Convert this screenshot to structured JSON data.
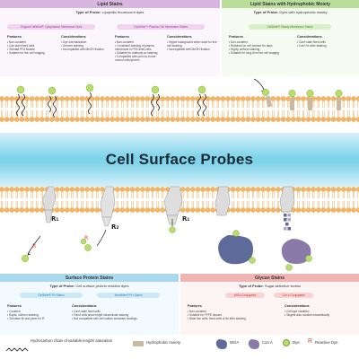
{
  "banner": {
    "title": "Cell Surface Probes"
  },
  "lipid_stains": {
    "title": "Lipid Stains",
    "type_label": "Type of Probe:",
    "type_value": "Lipophilic fluorescent dyes",
    "pill_1": "Original CellBrite® Cytoplasmic Membrane Dyes",
    "pill_2": "CytoVive™ Plasma Cell Membrane Stains",
    "left": {
      "features_title": "Features",
      "features": [
        "Non-covalent",
        "Can stain fixed cells",
        "Tolerate PFA fixation",
        "Suitable for live cell imaging"
      ],
      "considerations_title": "Considerations",
      "considerations": [
        "Dye internalization",
        "Uneven staining",
        "Incompatible with MeOH fixation"
      ]
    },
    "right": {
      "features_title": "Features",
      "features": [
        "Non-covalent",
        "Consistent staining of plasma membrane in PFA-fixed cells",
        "Suitable for antibody co-staining",
        "Compatible with proxi-to-borne control cells/protein"
      ],
      "considerations_title": "Considerations",
      "considerations": [
        "Higher background when used for live cell staining",
        "Incompatible with MeOH fixation"
      ]
    }
  },
  "hydrophobic_stains": {
    "title": "Lipid Stains with Hydrophobic Moiety",
    "type_label": "Type of Probe:",
    "type_value": "Dyes with hydrophobic moiety",
    "pill_1": "CellBrite® Steady Membrane Stains",
    "features_title": "Features",
    "features": [
      "Non-covalent",
      "Retained on cell surface for days",
      "Highly uniform staining",
      "Suitable for long-term live cell imaging"
    ],
    "considerations_title": "Considerations",
    "considerations": [
      "Can't stain fixed cells",
      "Can't fix after staining"
    ]
  },
  "surface_protein": {
    "title": "Surface Protein Stains",
    "type_label": "Type of Probe:",
    "type_value": "Cell surface protein reactive dyes",
    "pill_1": "CellBrite® Fix Stains",
    "pill_2": "MemBrite® Fix Stains",
    "features_title": "Features",
    "features": [
      "Covalent",
      "Rapid, uniform staining",
      "Tolerates fix and perm for IF"
    ],
    "considerations_title": "Considerations",
    "considerations": [
      "Can't stain fixed cells",
      "Fixed cells show bright intracellular staining",
      "Not compatible with cell culture substrate coatings"
    ]
  },
  "glycan": {
    "title": "Glycan Stains",
    "type_label": "Type of Probe:",
    "type_value": "Sugar-selective lectins",
    "pill_1": "WGA Conjugates",
    "pill_2": "Con A Conjugates",
    "features_title": "Features",
    "features": [
      "Non-covalent",
      "Suitable for FFPE tissues",
      "Stain live cells, fixed cells or fix after staining"
    ],
    "considerations_title": "Considerations",
    "considerations": [
      "Cell type variation",
      "Targets also localize intracellularly"
    ]
  },
  "diagram": {
    "r1": "R₁",
    "r2": "R₂",
    "r3": "R₁"
  },
  "legend": {
    "chain": "Hydrocarbon chain of variable length/ saturation",
    "moiety": "Hydrophobic moiety",
    "wga": "WGA",
    "cona": "Con A",
    "dye": "Dye",
    "reactive_symbol": "R",
    "reactive": "Reactive Dye",
    "colors": {
      "wga": "#5e6a9a",
      "cona": "#8a7aaa",
      "dye": "#b7dd6a",
      "reactive": "#d9443a",
      "moiety": "#c9b8a2"
    }
  }
}
